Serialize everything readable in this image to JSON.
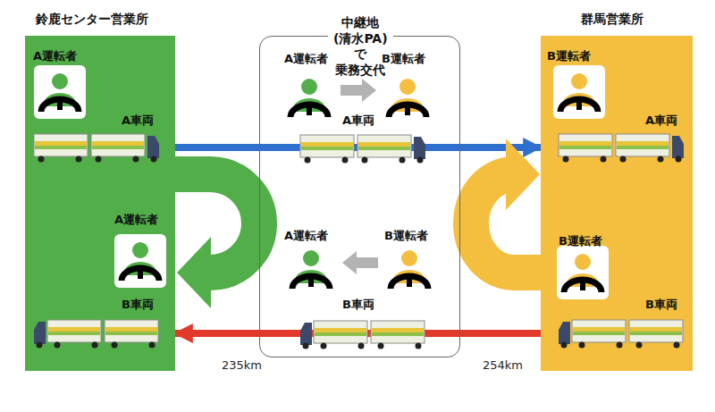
{
  "diagram": {
    "nodes": [
      {
        "text": [
          "鈴鹿センター営業所"
        ]
      },
      {
        "text": [
          "中継地(清水PA)で 乗務交代"
        ]
      },
      {
        "text": [
          "群馬営業所"
        ]
      }
    ],
    "edges": [
      {
        "from": 0,
        "to": 2,
        "arrow": "to"
      },
      {
        "from": 2,
        "to": 0,
        "arrow": "to"
      }
    ],
    "labels": [
      "A運転者",
      "A車両",
      "A運転者",
      "B車両",
      "A運転者",
      "B運転者",
      "A車両",
      "A運転者",
      "B運転者",
      "B車両",
      "B運転者",
      "A車両",
      "B運転者",
      "B車両",
      "235km",
      "254km"
    ]
  }
}
